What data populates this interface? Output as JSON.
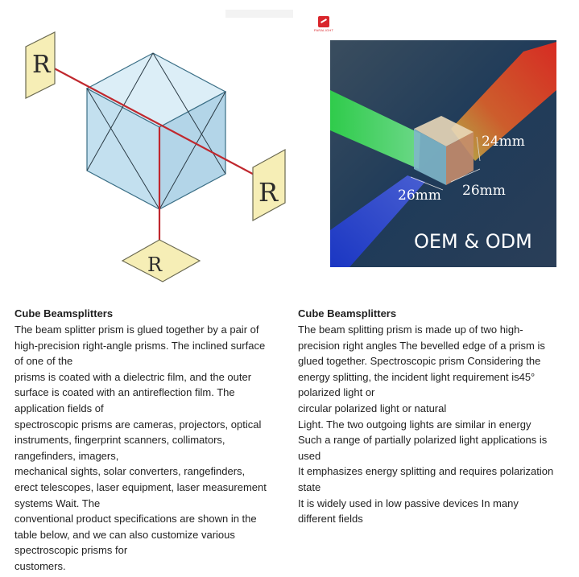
{
  "left": {
    "heading": "Cube Beamsplitters",
    "lines": [
      "The beam splitter prism is glued together by a pair of",
      "high-precision right-angle prisms. The inclined surface",
      "of one of the",
      "prisms is coated with a dielectric film, and the outer",
      "surface is coated with an antireflection film. The",
      "application fields of",
      "spectroscopic prisms are cameras, projectors, optical",
      "instruments, fingerprint scanners, collimators,",
      "rangefinders, imagers,",
      "mechanical sights, solar converters, rangefinders,",
      "erect telescopes, laser equipment, laser measurement",
      "systems Wait. The",
      "conventional product specifications are shown in the",
      "table below, and we can also customize various",
      "spectroscopic prisms for",
      "customers."
    ],
    "figure_marks": [
      "R",
      "R",
      "R"
    ]
  },
  "right": {
    "heading": "Cube Beamsplitters",
    "lines": [
      "The beam splitting prism is made up of two high-",
      "precision right angles The bevelled edge of a prism is",
      "glued together. Spectroscopic prism Considering the",
      "energy splitting, the incident light requirement is45°",
      "polarized light or",
      "circular polarized light or natural",
      "Light. The two outgoing lights are similar in energy",
      "Such a range of partially polarized light applications is",
      "used",
      "It emphasizes energy splitting and requires polarization",
      "state",
      "It is widely used in low passive devices In many",
      "different fields"
    ],
    "photo": {
      "logo_text": "PARALIGHT",
      "dim_top": "24mm",
      "dim_left": "26mm",
      "dim_right": "26mm",
      "banner": "OEM & ODM"
    }
  }
}
